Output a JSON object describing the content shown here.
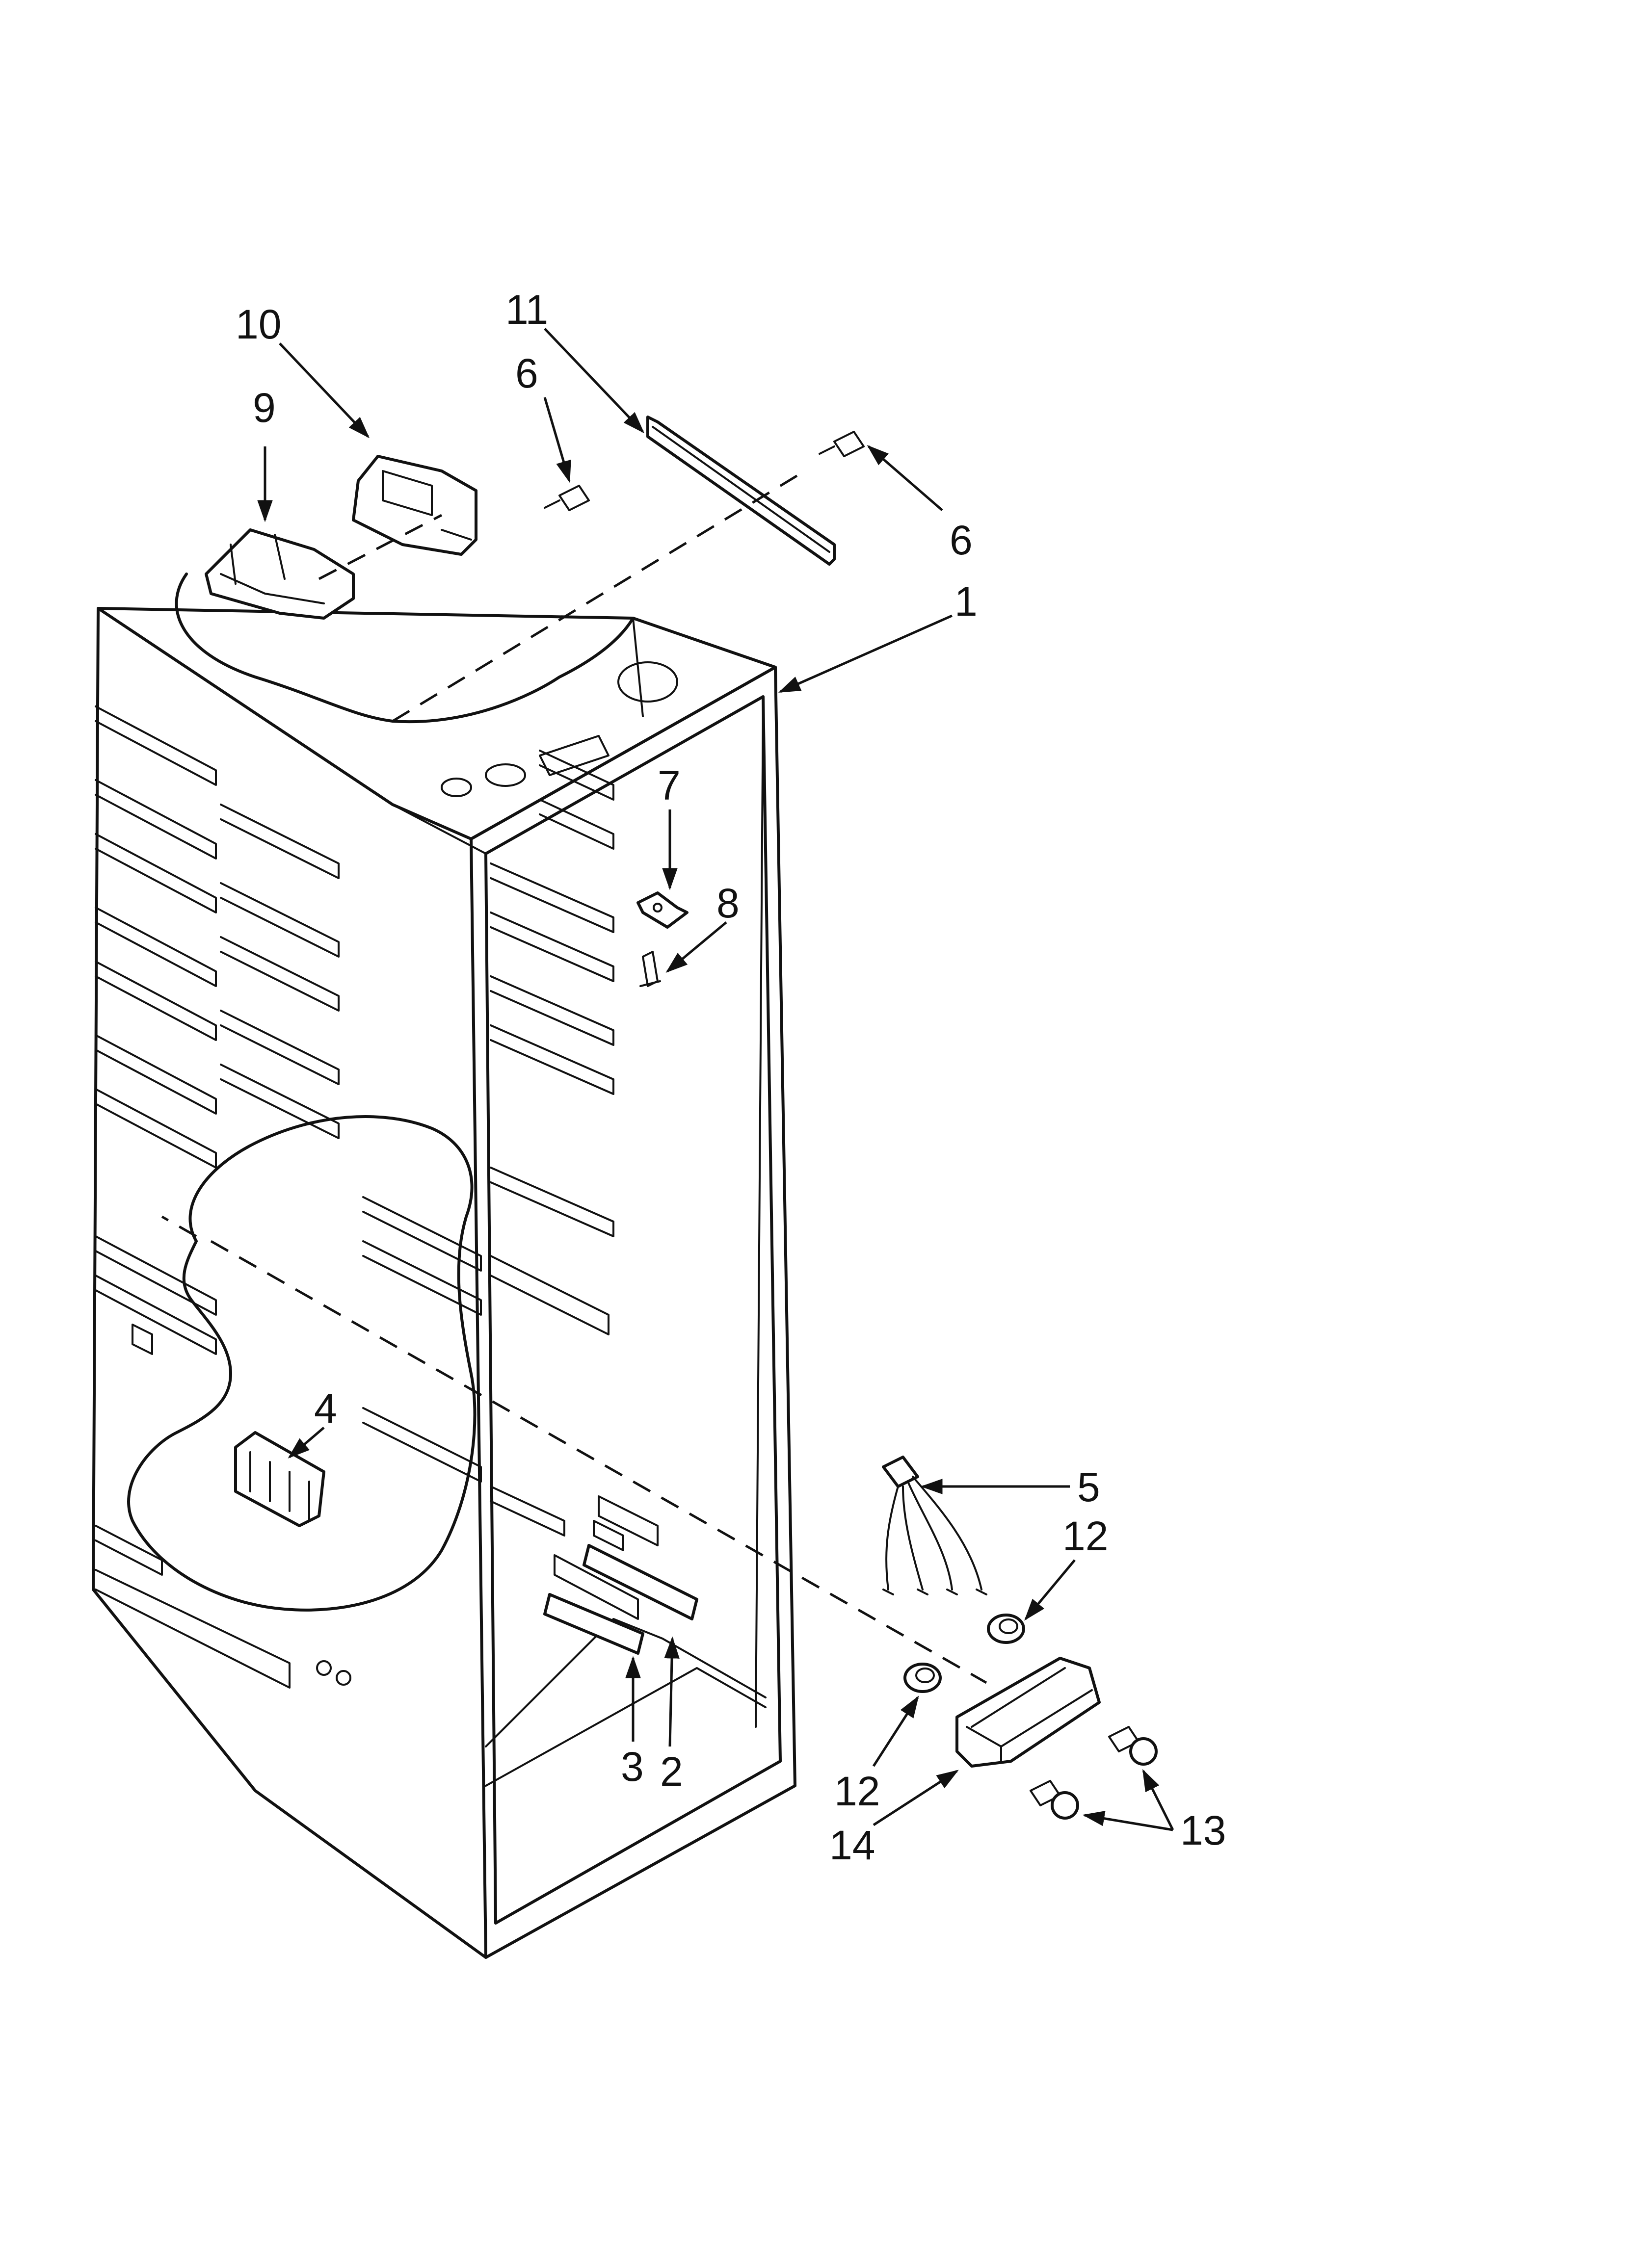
{
  "callouts": [
    {
      "id": "1",
      "label": "1"
    },
    {
      "id": "2",
      "label": "2"
    },
    {
      "id": "3",
      "label": "3"
    },
    {
      "id": "4",
      "label": "4"
    },
    {
      "id": "5",
      "label": "5"
    },
    {
      "id": "6a",
      "label": "6"
    },
    {
      "id": "6b",
      "label": "6"
    },
    {
      "id": "7",
      "label": "7"
    },
    {
      "id": "8",
      "label": "8"
    },
    {
      "id": "9",
      "label": "9"
    },
    {
      "id": "10",
      "label": "10"
    },
    {
      "id": "11",
      "label": "11"
    },
    {
      "id": "12a",
      "label": "12"
    },
    {
      "id": "12b",
      "label": "12"
    },
    {
      "id": "13",
      "label": "13"
    },
    {
      "id": "14",
      "label": "14"
    }
  ]
}
